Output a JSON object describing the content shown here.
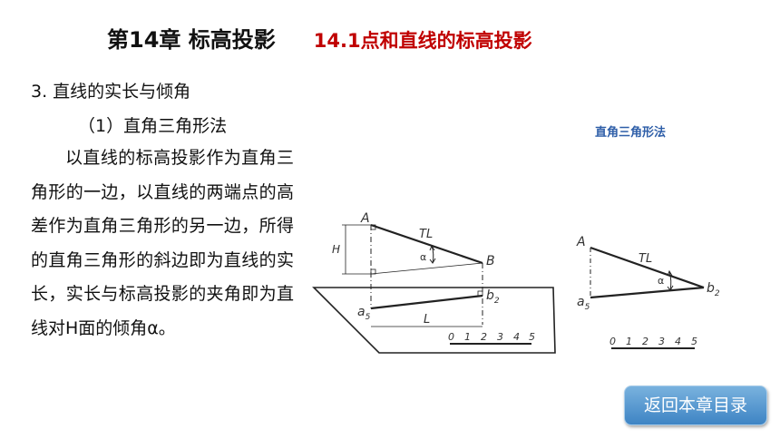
{
  "header": {
    "chapter_title": "第14章 标高投影",
    "section_title": "14.1点和直线的标高投影"
  },
  "content": {
    "heading": "3. 直线的实长与倾角",
    "subheading": "（1）直角三角形法",
    "paragraph": "以直线的标高投影作为直角三角形的一边，以直线的两端点的高差作为直角三角形的另一边，所得的直角三角形的斜边即为直线的实长，实长与标高投影的夹角即为直线对H面的倾角α。"
  },
  "figure": {
    "caption": "直角三角形法",
    "left_diagram": {
      "point_A": "A",
      "point_B": "B",
      "true_length": "TL",
      "angle": "α",
      "height": "H",
      "point_a": "a",
      "point_a_sub": "5",
      "point_b": "b",
      "point_b_sub": "2",
      "projection_length": "L",
      "scale_ticks": [
        "0",
        "1",
        "2",
        "3",
        "4",
        "5"
      ]
    },
    "right_diagram": {
      "point_A": "A",
      "true_length": "TL",
      "angle": "α",
      "point_a": "a",
      "point_a_sub": "5",
      "point_b": "b",
      "point_b_sub": "2",
      "scale_ticks": [
        "0",
        "1",
        "2",
        "3",
        "4",
        "5"
      ]
    }
  },
  "nav": {
    "back_button": "返回本章目录"
  }
}
